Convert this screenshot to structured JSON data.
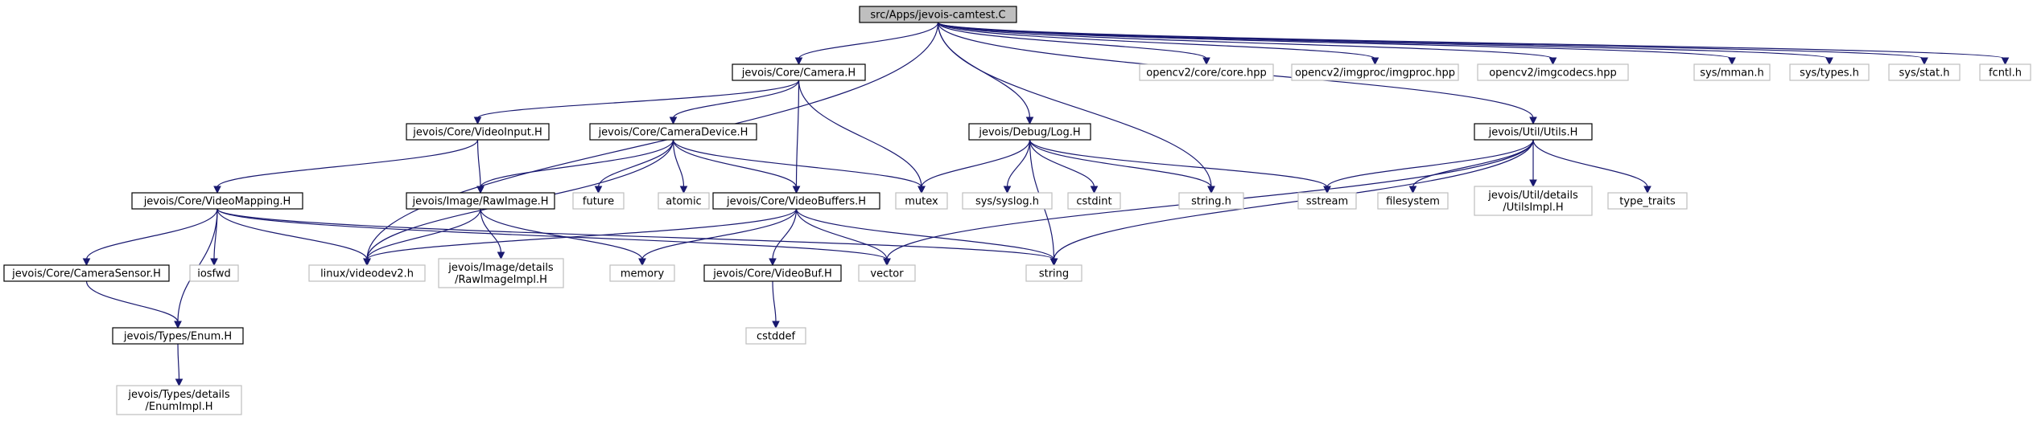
{
  "title": "src/Apps/jevois-camtest.C",
  "colors": {
    "edge": "#191970",
    "root_fill": "#bfbfbf",
    "local_border": "#000000",
    "system_border": "#bfbfbf",
    "system_text": "#404040"
  },
  "nodes": [
    {
      "id": "n0",
      "kind": "root",
      "lines": [
        "src/Apps/jevois-camtest.C"
      ]
    },
    {
      "id": "n1",
      "kind": "local",
      "lines": [
        "jevois/Core/Camera.H"
      ]
    },
    {
      "id": "n2",
      "kind": "local",
      "lines": [
        "jevois/Core/VideoInput.H"
      ]
    },
    {
      "id": "n3",
      "kind": "local",
      "lines": [
        "jevois/Core/CameraDevice.H"
      ]
    },
    {
      "id": "n4",
      "kind": "local",
      "lines": [
        "jevois/Debug/Log.H"
      ]
    },
    {
      "id": "n5",
      "kind": "local",
      "lines": [
        "jevois/Util/Utils.H"
      ]
    },
    {
      "id": "n6",
      "kind": "system",
      "lines": [
        "opencv2/core/core.hpp"
      ]
    },
    {
      "id": "n7",
      "kind": "system",
      "lines": [
        "opencv2/imgproc/imgproc.hpp"
      ]
    },
    {
      "id": "n8",
      "kind": "system",
      "lines": [
        "opencv2/imgcodecs.hpp"
      ]
    },
    {
      "id": "n9",
      "kind": "system",
      "lines": [
        "sys/mman.h"
      ]
    },
    {
      "id": "n10",
      "kind": "system",
      "lines": [
        "sys/types.h"
      ]
    },
    {
      "id": "n11",
      "kind": "system",
      "lines": [
        "sys/stat.h"
      ]
    },
    {
      "id": "n12",
      "kind": "system",
      "lines": [
        "fcntl.h"
      ]
    },
    {
      "id": "n13",
      "kind": "local",
      "lines": [
        "jevois/Core/VideoMapping.H"
      ]
    },
    {
      "id": "n14",
      "kind": "local",
      "lines": [
        "jevois/Image/RawImage.H"
      ]
    },
    {
      "id": "n15",
      "kind": "system",
      "lines": [
        "future"
      ]
    },
    {
      "id": "n16",
      "kind": "system",
      "lines": [
        "atomic"
      ]
    },
    {
      "id": "n17",
      "kind": "local",
      "lines": [
        "jevois/Core/VideoBuffers.H"
      ]
    },
    {
      "id": "n18",
      "kind": "system",
      "lines": [
        "mutex"
      ]
    },
    {
      "id": "n19",
      "kind": "system",
      "lines": [
        "sys/syslog.h"
      ]
    },
    {
      "id": "n20",
      "kind": "system",
      "lines": [
        "cstdint"
      ]
    },
    {
      "id": "n21",
      "kind": "system",
      "lines": [
        "string.h"
      ]
    },
    {
      "id": "n22",
      "kind": "system",
      "lines": [
        "sstream"
      ]
    },
    {
      "id": "n23",
      "kind": "system",
      "lines": [
        "filesystem"
      ]
    },
    {
      "id": "n24",
      "kind": "system",
      "lines": [
        "jevois/Util/details",
        "/UtilsImpl.H"
      ]
    },
    {
      "id": "n25",
      "kind": "system",
      "lines": [
        "type_traits"
      ]
    },
    {
      "id": "n26",
      "kind": "local",
      "lines": [
        "jevois/Core/CameraSensor.H"
      ]
    },
    {
      "id": "n27",
      "kind": "system",
      "lines": [
        "iosfwd"
      ]
    },
    {
      "id": "n28",
      "kind": "system",
      "lines": [
        "linux/videodev2.h"
      ]
    },
    {
      "id": "n29",
      "kind": "system",
      "lines": [
        "jevois/Image/details",
        "/RawImageImpl.H"
      ]
    },
    {
      "id": "n30",
      "kind": "system",
      "lines": [
        "memory"
      ]
    },
    {
      "id": "n31",
      "kind": "local",
      "lines": [
        "jevois/Core/VideoBuf.H"
      ]
    },
    {
      "id": "n32",
      "kind": "system",
      "lines": [
        "vector"
      ]
    },
    {
      "id": "n33",
      "kind": "system",
      "lines": [
        "string"
      ]
    },
    {
      "id": "n34",
      "kind": "local",
      "lines": [
        "jevois/Types/Enum.H"
      ]
    },
    {
      "id": "n35",
      "kind": "system",
      "lines": [
        "cstddef"
      ]
    },
    {
      "id": "n36",
      "kind": "system",
      "lines": [
        "jevois/Types/details",
        "/EnumImpl.H"
      ]
    }
  ],
  "edges": [
    [
      "n0",
      "n1"
    ],
    [
      "n0",
      "n28"
    ],
    [
      "n0",
      "n4"
    ],
    [
      "n0",
      "n21"
    ],
    [
      "n0",
      "n6"
    ],
    [
      "n0",
      "n7"
    ],
    [
      "n0",
      "n8"
    ],
    [
      "n0",
      "n5"
    ],
    [
      "n0",
      "n9"
    ],
    [
      "n0",
      "n10"
    ],
    [
      "n0",
      "n11"
    ],
    [
      "n0",
      "n12"
    ],
    [
      "n1",
      "n2"
    ],
    [
      "n1",
      "n3"
    ],
    [
      "n1",
      "n17"
    ],
    [
      "n1",
      "n18"
    ],
    [
      "n2",
      "n13"
    ],
    [
      "n2",
      "n14"
    ],
    [
      "n3",
      "n14"
    ],
    [
      "n3",
      "n28"
    ],
    [
      "n3",
      "n15"
    ],
    [
      "n3",
      "n16"
    ],
    [
      "n3",
      "n17"
    ],
    [
      "n3",
      "n18"
    ],
    [
      "n4",
      "n18"
    ],
    [
      "n4",
      "n19"
    ],
    [
      "n4",
      "n20"
    ],
    [
      "n4",
      "n21"
    ],
    [
      "n4",
      "n22"
    ],
    [
      "n4",
      "n33"
    ],
    [
      "n5",
      "n22"
    ],
    [
      "n5",
      "n23"
    ],
    [
      "n5",
      "n24"
    ],
    [
      "n5",
      "n25"
    ],
    [
      "n5",
      "n32"
    ],
    [
      "n5",
      "n33"
    ],
    [
      "n13",
      "n26"
    ],
    [
      "n13",
      "n27"
    ],
    [
      "n13",
      "n28"
    ],
    [
      "n13",
      "n34"
    ],
    [
      "n13",
      "n32"
    ],
    [
      "n13",
      "n33"
    ],
    [
      "n14",
      "n28"
    ],
    [
      "n14",
      "n29"
    ],
    [
      "n14",
      "n30"
    ],
    [
      "n17",
      "n28"
    ],
    [
      "n17",
      "n30"
    ],
    [
      "n17",
      "n31"
    ],
    [
      "n17",
      "n32"
    ],
    [
      "n17",
      "n33"
    ],
    [
      "n26",
      "n34"
    ],
    [
      "n31",
      "n35"
    ],
    [
      "n34",
      "n36"
    ]
  ]
}
